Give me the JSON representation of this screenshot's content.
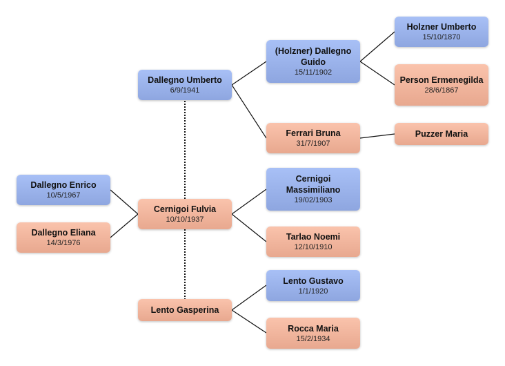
{
  "people": [
    {
      "id": "holzner-umberto",
      "name": "Holzner Umberto",
      "date": "15/10/1870",
      "sex": "m"
    },
    {
      "id": "person-ermenegilda",
      "name": "Person Ermenegilda",
      "date": "28/6/1867",
      "sex": "f"
    },
    {
      "id": "puzzer-maria",
      "name": "Puzzer Maria",
      "date": "",
      "sex": "f"
    },
    {
      "id": "dallegno-guido",
      "name": "(Holzner) Dallegno Guido",
      "date": "15/11/1902",
      "sex": "m"
    },
    {
      "id": "ferrari-bruna",
      "name": "Ferrari Bruna",
      "date": "31/7/1907",
      "sex": "f"
    },
    {
      "id": "cernigoi-massimiliano",
      "name": "Cernigoi Massimiliano",
      "date": "19/02/1903",
      "sex": "m"
    },
    {
      "id": "tarlao-noemi",
      "name": "Tarlao Noemi",
      "date": "12/10/1910",
      "sex": "f"
    },
    {
      "id": "lento-gustavo",
      "name": "Lento Gustavo",
      "date": "1/1/1920",
      "sex": "m"
    },
    {
      "id": "rocca-maria",
      "name": "Rocca Maria",
      "date": "15/2/1934",
      "sex": "f"
    },
    {
      "id": "dallegno-umberto",
      "name": "Dallegno Umberto",
      "date": "6/9/1941",
      "sex": "m"
    },
    {
      "id": "cernigoi-fulvia",
      "name": "Cernigoi Fulvia",
      "date": "10/10/1937",
      "sex": "f"
    },
    {
      "id": "lento-gasperina",
      "name": "Lento Gasperina",
      "date": "",
      "sex": "f"
    },
    {
      "id": "dallegno-enrico",
      "name": "Dallegno Enrico",
      "date": "10/5/1967",
      "sex": "m"
    },
    {
      "id": "dallegno-eliana",
      "name": "Dallegno Eliana",
      "date": "14/3/1976",
      "sex": "f"
    }
  ],
  "colors": {
    "male": "#9bb3eb",
    "female": "#f2b59c",
    "line": "#111111"
  }
}
